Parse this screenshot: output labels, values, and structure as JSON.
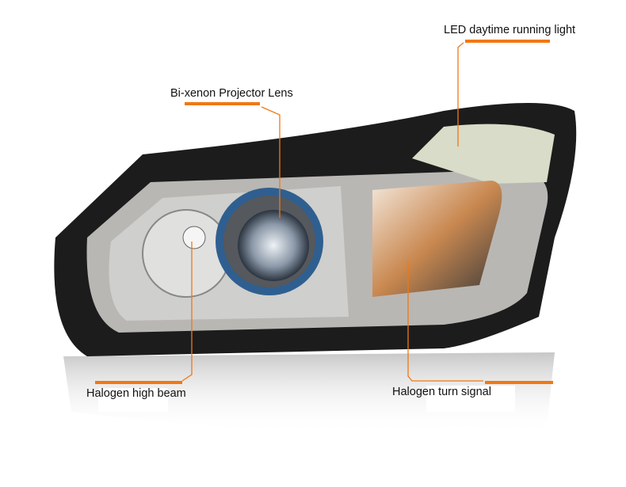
{
  "labels": {
    "drl": "LED daytime running light",
    "projector": "Bi-xenon Projector Lens",
    "high_beam": "Halogen high beam",
    "turn_signal": "Halogen turn signal"
  },
  "colors": {
    "accent": "#f07814",
    "housing": "#1a1a1a",
    "lens_ring": "#3a7fc0",
    "amber": "#d98a4a"
  }
}
